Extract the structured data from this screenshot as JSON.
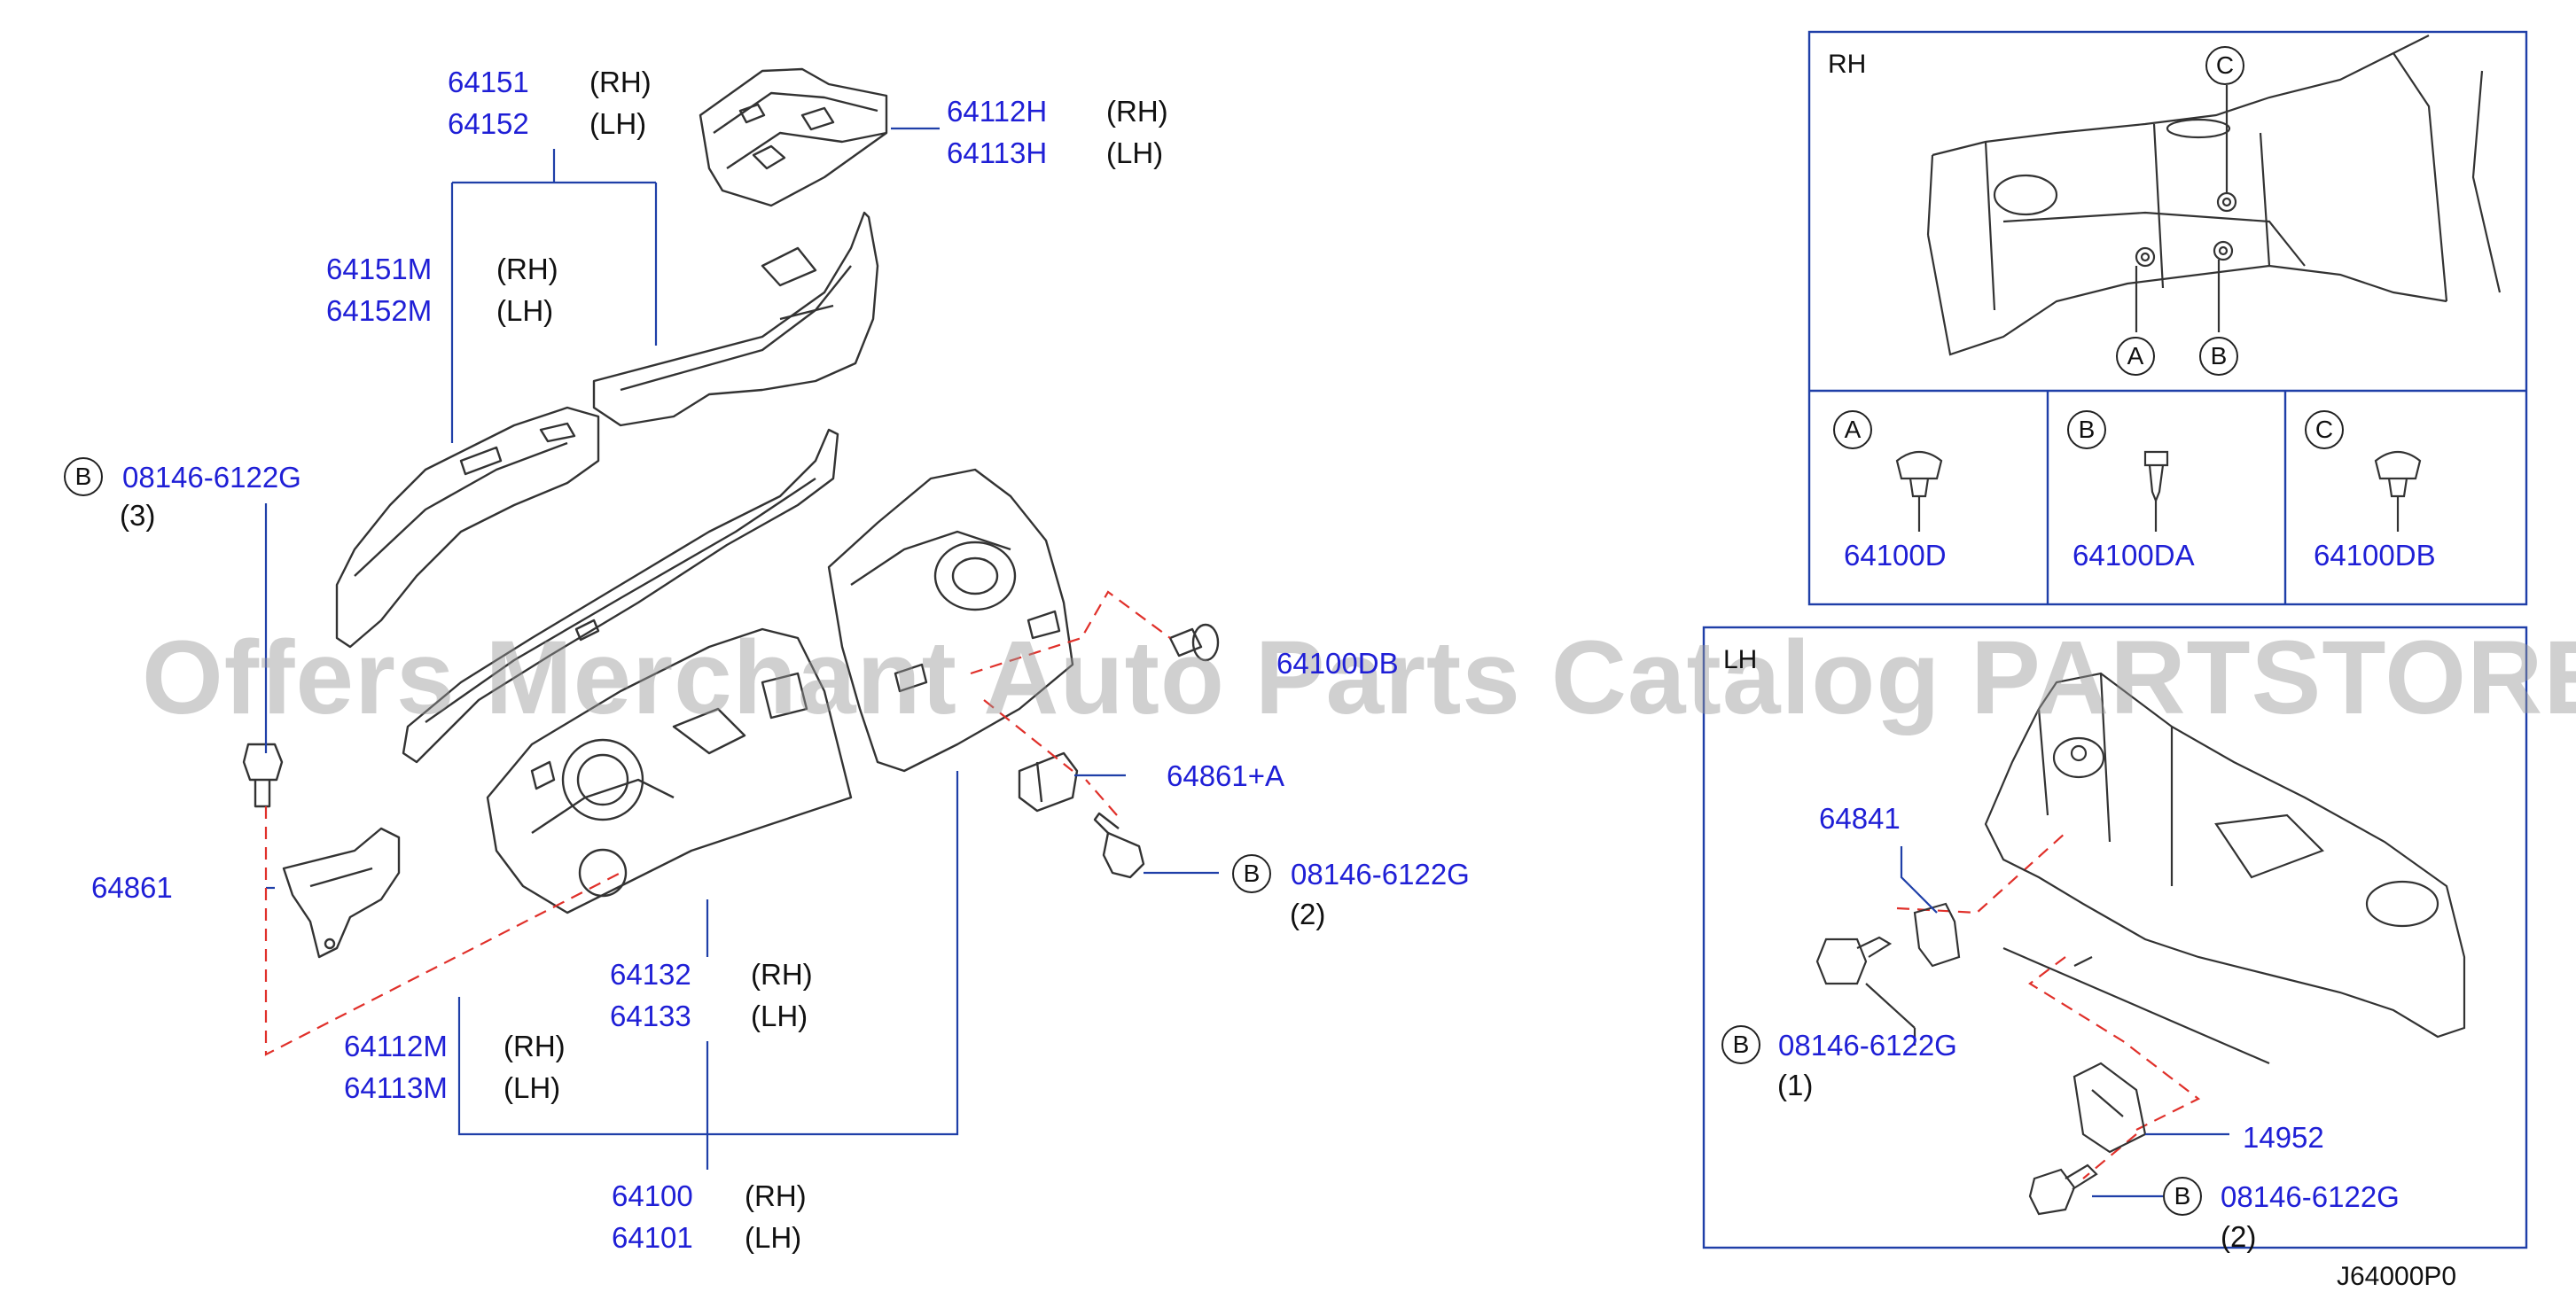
{
  "diagram_code": "J64000P0",
  "watermark": "Offers Merchant Auto Parts Catalog PARTSTORE.SA",
  "colors": {
    "part_number": "#1f1fd6",
    "leader": "#1f3fa8",
    "dash": "#e0302a",
    "line": "#333333"
  },
  "callouts": {
    "p64151": {
      "num": "64151",
      "side": "(RH)"
    },
    "p64152": {
      "num": "64152",
      "side": "(LH)"
    },
    "p64112h": {
      "num": "64112H",
      "side": "(RH)"
    },
    "p64113h": {
      "num": "64113H",
      "side": "(LH)"
    },
    "p64151m": {
      "num": "64151M",
      "side": "(RH)"
    },
    "p64152m": {
      "num": "64152M",
      "side": "(LH)"
    },
    "p08146_3": {
      "ref": "B",
      "num": "08146-6122G",
      "qty": "(3)"
    },
    "p64100db_main": {
      "num": "64100DB"
    },
    "p64861a": {
      "num": "64861+A"
    },
    "p08146_2": {
      "ref": "B",
      "num": "08146-6122G",
      "qty": "(2)"
    },
    "p64861": {
      "num": "64861"
    },
    "p64132": {
      "num": "64132",
      "side": "(RH)"
    },
    "p64133": {
      "num": "64133",
      "side": "(LH)"
    },
    "p64112m": {
      "num": "64112M",
      "side": "(RH)"
    },
    "p64113m": {
      "num": "64113M",
      "side": "(LH)"
    },
    "p64100": {
      "num": "64100",
      "side": "(RH)"
    },
    "p64101": {
      "num": "64101",
      "side": "(LH)"
    }
  },
  "rh_panel": {
    "title": "RH",
    "markers": [
      "A",
      "B",
      "C"
    ],
    "clips": [
      {
        "ref": "A",
        "num": "64100D"
      },
      {
        "ref": "B",
        "num": "64100DA"
      },
      {
        "ref": "C",
        "num": "64100DB"
      }
    ]
  },
  "lh_panel": {
    "title": "LH",
    "p64841": {
      "num": "64841"
    },
    "p08146_1": {
      "ref": "B",
      "num": "08146-6122G",
      "qty": "(1)"
    },
    "p14952": {
      "num": "14952"
    },
    "p08146_2b": {
      "ref": "B",
      "num": "08146-6122G",
      "qty": "(2)"
    }
  }
}
